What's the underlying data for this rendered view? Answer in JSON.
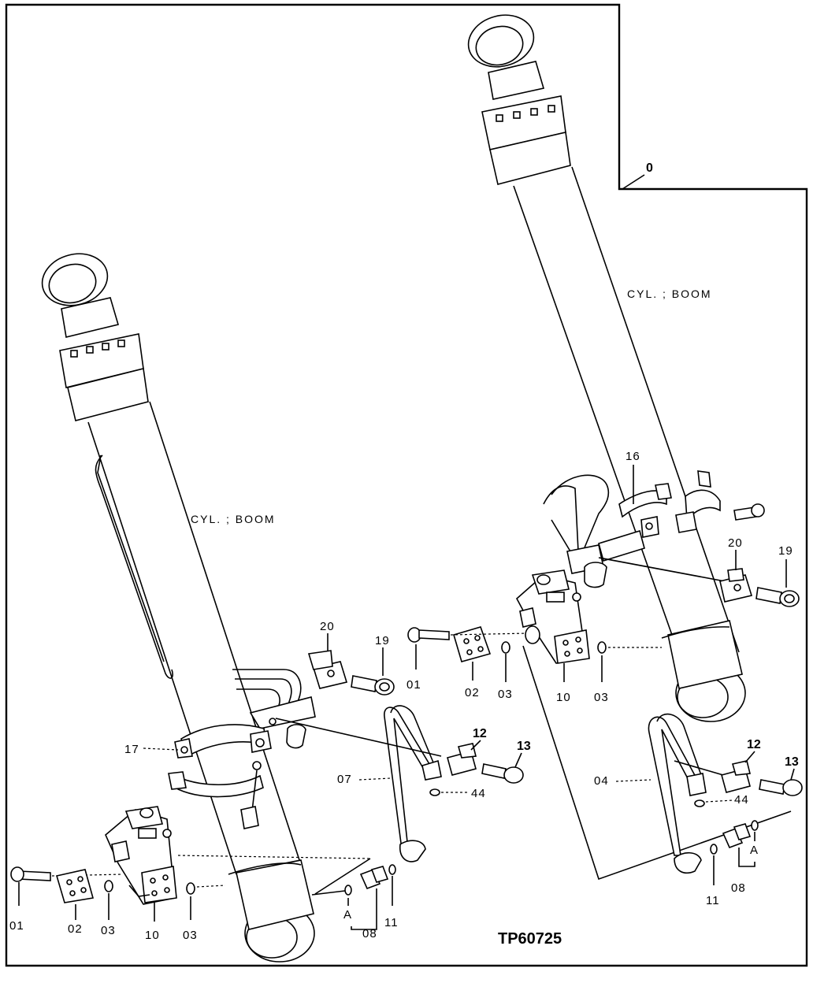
{
  "figure": {
    "drawing_number": "TP60725",
    "corner_label": "0"
  },
  "left_assembly": {
    "cylinder_label": "CYL. ; BOOM",
    "callouts": {
      "c01": "01",
      "c02": "02",
      "c03a": "03",
      "c10": "10",
      "c03b": "03",
      "cA": "A",
      "c08": "08",
      "c11": "11",
      "c17": "17",
      "c20": "20",
      "c19": "19",
      "c07": "07",
      "c44": "44",
      "c12": "12",
      "c13": "13"
    }
  },
  "right_assembly": {
    "cylinder_label": "CYL. ; BOOM",
    "callouts": {
      "c16": "16",
      "c20": "20",
      "c19": "19",
      "c01": "01",
      "c02": "02",
      "c03a": "03",
      "c10": "10",
      "c03b": "03",
      "c04": "04",
      "c12": "12",
      "c13": "13",
      "c44": "44",
      "cA": "A",
      "c11": "11",
      "c08": "08"
    }
  }
}
